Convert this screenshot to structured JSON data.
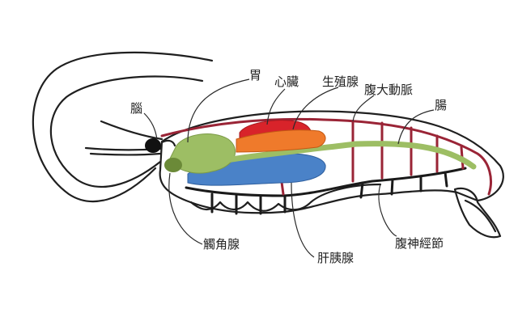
{
  "labels": {
    "brain": "腦",
    "stomach": "胃",
    "heart": "心臟",
    "gonad": "生殖腺",
    "dorsal_artery": "腹大動脈",
    "intestine": "腸",
    "antennal_gland": "觸角腺",
    "hepatopancreas": "肝胰腺",
    "ventral_nerve_ganglia": "腹神經節"
  },
  "colors": {
    "stomach": "#9dbe64",
    "heart": "#d8232a",
    "gonad": "#ef7a2b",
    "hepatopancreas": "#4a82c8",
    "antennal_gland": "#6b8a38",
    "vessel": "#9a2436",
    "intestine": "#9dbe64",
    "nerve_cord": "#1a1a1a"
  }
}
